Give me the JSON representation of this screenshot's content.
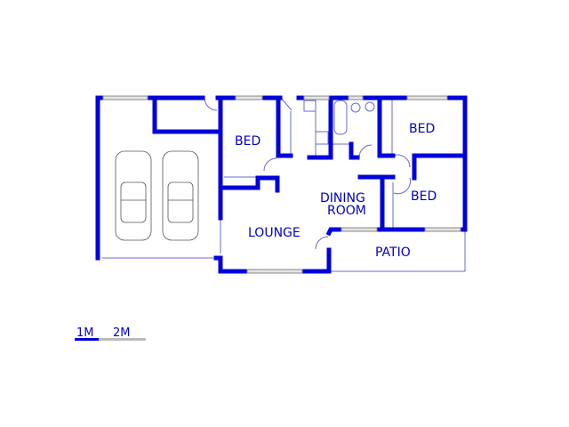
{
  "rooms": {
    "bed_1": "BED",
    "bed_2": "BED",
    "bed_3": "BED",
    "dining_line1": "DINING",
    "dining_line2": "ROOM",
    "lounge": "LOUNGE",
    "patio": "PATIO"
  },
  "scale": {
    "label_1": "1M",
    "label_2": "2M"
  },
  "colors": {
    "wall": "#0000dd",
    "label": "#0000cc",
    "scale_bar_gray": "#bbbbbb"
  }
}
